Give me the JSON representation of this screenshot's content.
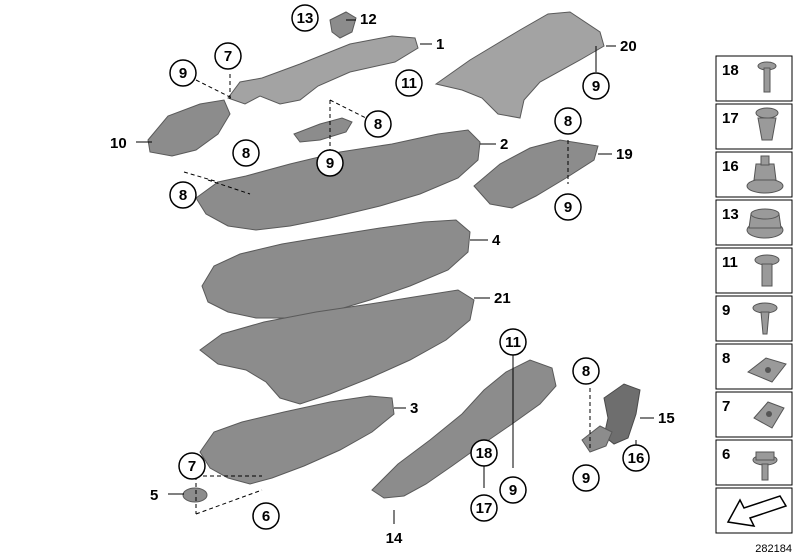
{
  "callouts": {
    "c1": "1",
    "c2": "2",
    "c3": "3",
    "c4": "4",
    "c5": "5",
    "c6": "6",
    "c7a": "7",
    "c7b": "7",
    "c8a": "8",
    "c8b": "8",
    "c8c": "8",
    "c8d": "8",
    "c8e": "8",
    "c9a": "9",
    "c9b": "9",
    "c9c": "9",
    "c9d": "9",
    "c9e": "9",
    "c9f": "9",
    "c10": "10",
    "c11a": "11",
    "c11b": "11",
    "c12": "12",
    "c13": "13",
    "c14": "14",
    "c15": "15",
    "c16": "16",
    "c17": "17",
    "c18": "18",
    "c19": "19",
    "c20": "20",
    "c21": "21"
  },
  "side_panel": {
    "items": [
      "18",
      "17",
      "16",
      "13",
      "11",
      "9",
      "8",
      "7",
      "6"
    ]
  },
  "doc_number": "282184",
  "colors": {
    "part_fill": "#8c8c8c",
    "part_stroke": "#5a5a5a",
    "line": "#000000",
    "background": "#ffffff"
  }
}
